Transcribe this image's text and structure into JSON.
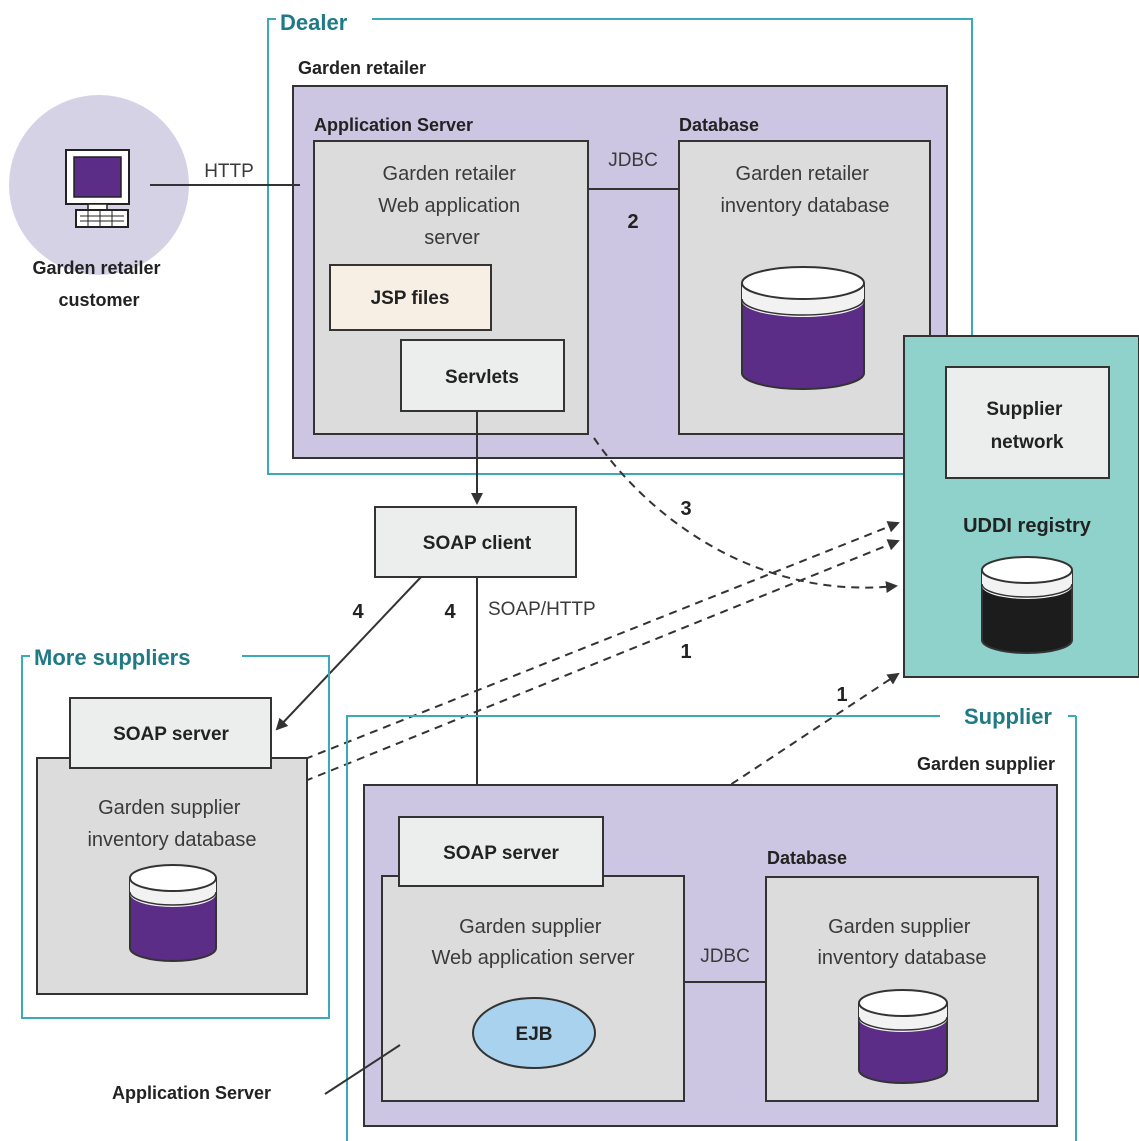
{
  "colors": {
    "teal_border": "#3aaab8",
    "teal_title": "#1f7a86",
    "purple_panel": "#cdc6e3",
    "gray_box": "#dcdcdc",
    "light_box": "#eceeee",
    "cream_box": "#f7efe3",
    "uddi_teal": "#8fd1cb",
    "cylinder_purple": "#5b2d86",
    "cylinder_black": "#1c1c1c",
    "ejb_blue": "#a9d2ee"
  },
  "dealer": {
    "title": "Dealer",
    "retailer_label": "Garden retailer",
    "app_server_label": "Application Server",
    "database_label": "Database",
    "web_app": [
      "Garden retailer",
      "Web application",
      "server"
    ],
    "jsp_files": "JSP files",
    "servlets": "Servlets",
    "jdbc": "JDBC",
    "step_2": "2",
    "inventory_db": [
      "Garden retailer",
      "inventory database"
    ]
  },
  "customer": {
    "label_line1": "Garden retailer",
    "label_line2": "customer",
    "protocol": "HTTP",
    "icon": "computer-icon"
  },
  "uddi": {
    "supplier_network": [
      "Supplier",
      "network"
    ],
    "registry": "UDDI registry"
  },
  "soap_client": {
    "label": "SOAP client",
    "protocol": "SOAP/HTTP",
    "step_4_left": "4",
    "step_4_right": "4"
  },
  "steps": {
    "step_3": "3",
    "step_1_upper": "1",
    "step_1_lower": "1"
  },
  "more_suppliers": {
    "title": "More suppliers",
    "soap_server": "SOAP server",
    "inventory_db": [
      "Garden supplier",
      "inventory database"
    ]
  },
  "supplier": {
    "title": "Supplier",
    "garden_supplier_label": "Garden supplier",
    "soap_server": "SOAP server",
    "database_label": "Database",
    "web_app": [
      "Garden supplier",
      "Web application server"
    ],
    "ejb": "EJB",
    "jdbc": "JDBC",
    "inventory_db": [
      "Garden supplier",
      "inventory database"
    ],
    "app_server_callout": "Application Server"
  }
}
